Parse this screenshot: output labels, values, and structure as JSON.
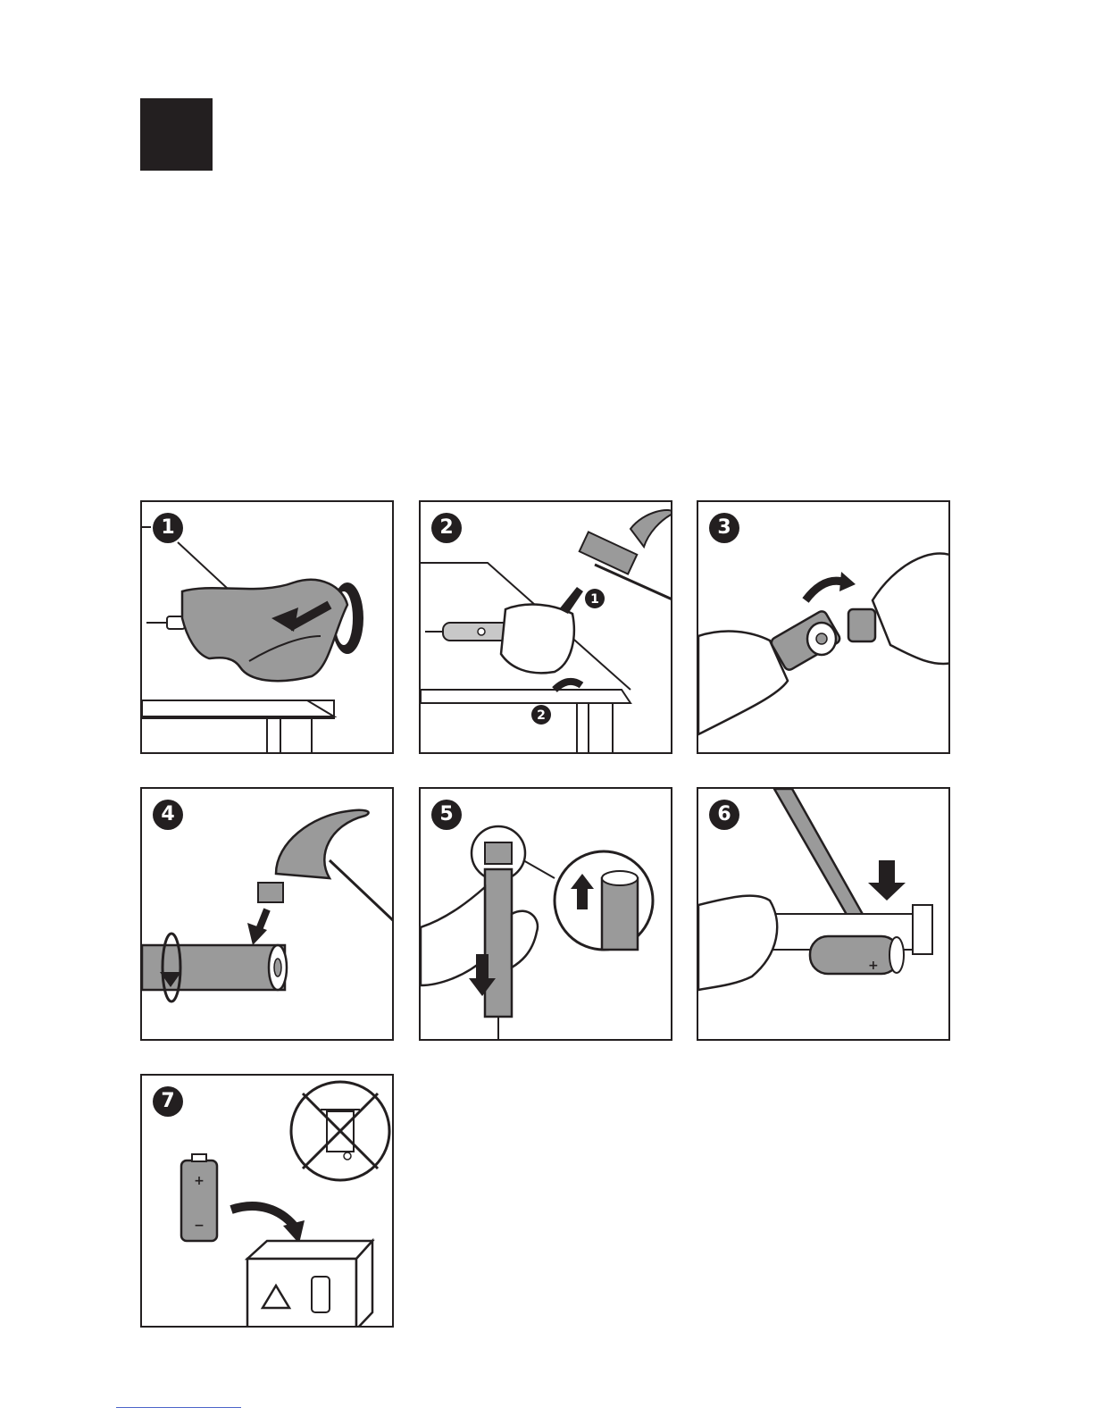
{
  "steps": [
    {
      "number": "1"
    },
    {
      "number": "2"
    },
    {
      "number": "3"
    },
    {
      "number": "4"
    },
    {
      "number": "5"
    },
    {
      "number": "6"
    },
    {
      "number": "7"
    }
  ],
  "panel2_callouts": {
    "first": "1",
    "second": "2"
  },
  "battery_markings": {
    "plus": "+",
    "minus": "−"
  },
  "icons": {
    "header": "black-square-block",
    "step1": "towel-wrap-illustration",
    "step2": "hammer-strike-illustration",
    "step3": "remove-end-cap-illustration",
    "step4": "hammer-battery-illustration",
    "step5": "pull-battery-illustration",
    "step6": "pry-battery-illustration",
    "step7": "battery-recycle-illustration",
    "no_bin": "crossed-out-bin-icon",
    "recycle": "recycle-icon"
  },
  "colors": {
    "ink": "#231f20",
    "fill_gray": "#9a9a9a",
    "light_gray": "#c8c8c8",
    "link_line": "#4a63c9"
  }
}
